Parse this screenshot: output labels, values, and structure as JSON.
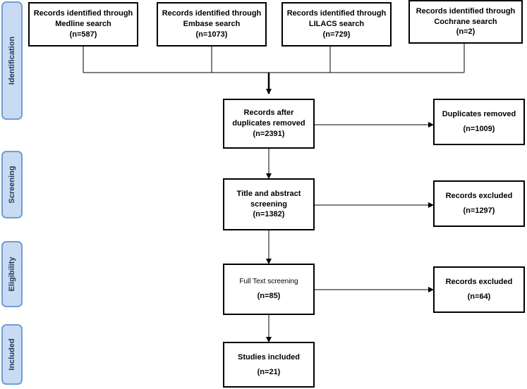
{
  "phases": {
    "identification": "Identification",
    "screening": "Screening",
    "eligibility": "Eligibility",
    "included": "Included"
  },
  "sources": {
    "medline": {
      "line1": "Records identified through",
      "line2": "Medline search",
      "count": "(n=587)"
    },
    "embase": {
      "line1": "Records identified through",
      "line2": "Embase search",
      "count": "(n=1073)"
    },
    "lilacs": {
      "line1": "Records identified through",
      "line2": "LILACS search",
      "count": "(n=729)"
    },
    "cochrane": {
      "line1": "Records identified through",
      "line2": "Cochrane search",
      "count": "(n=2)"
    }
  },
  "flow": {
    "after_duplicates": {
      "line1": "Records after",
      "line2": "duplicates removed",
      "count": "(n=2391)"
    },
    "duplicates_removed": {
      "title": "Duplicates removed",
      "count": "(n=1009)"
    },
    "title_abstract": {
      "line1": "Title and abstract",
      "line2": "screening",
      "count": "(n=1382)"
    },
    "excluded_screening": {
      "title": "Records excluded",
      "count": "(n=1297)"
    },
    "full_text": {
      "title": "Full Text screening",
      "count": "(n=85)"
    },
    "excluded_eligibility": {
      "title": "Records excluded",
      "count": "(n=64)"
    },
    "studies_included": {
      "title": "Studies included",
      "count": "(n=21)"
    }
  }
}
